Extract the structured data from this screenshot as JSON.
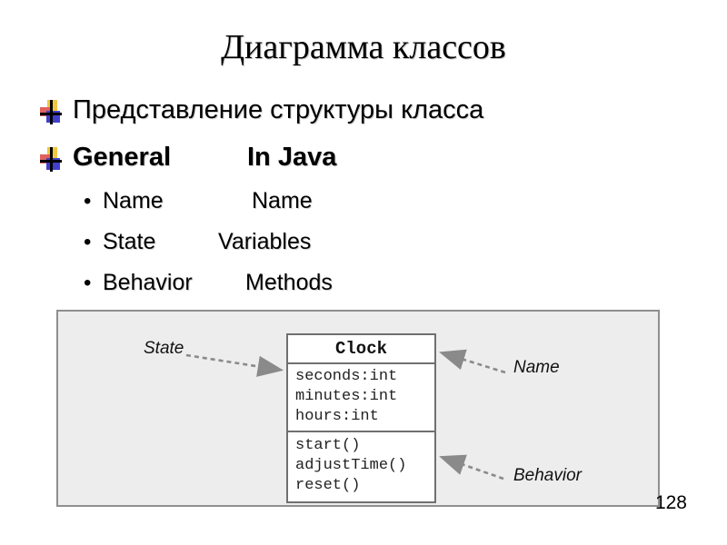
{
  "title": "Диаграмма классов",
  "page_number": "128",
  "bullets": {
    "item1": "Представление структуры класса",
    "item2_col1": "General",
    "item2_col2": "In Java",
    "sub": [
      {
        "col1": "Name",
        "col2": "Name"
      },
      {
        "col1": "State",
        "col2": "Variables"
      },
      {
        "col1": "Behavior",
        "col2": "Methods"
      }
    ],
    "sub_marker": "•"
  },
  "diagram": {
    "class_name": "Clock",
    "attributes": [
      "seconds:int",
      "minutes:int",
      "hours:int"
    ],
    "methods": [
      "start()",
      "adjustTime()",
      "reset()"
    ],
    "labels": {
      "state": "State",
      "name": "Name",
      "behavior": "Behavior"
    }
  },
  "icons": {
    "level1_bullet": "cross-squares-bullet-icon",
    "arrow_style": "gray-dashed-arrow"
  },
  "colors": {
    "panel_bg": "#ededed",
    "panel_border": "#8f8f8f",
    "box_border": "#707070",
    "arrow_gray": "#8a8a8a",
    "bullet_yellow": "#efc741",
    "bullet_red": "#e0615c",
    "bullet_blue": "#4040cc"
  }
}
